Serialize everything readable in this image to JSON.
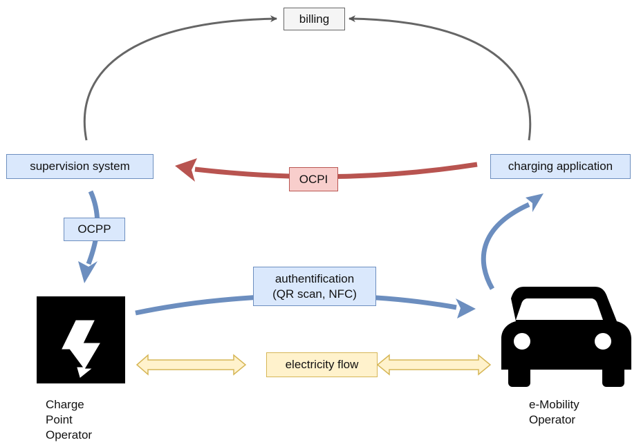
{
  "nodes": {
    "billing": "billing",
    "supervision_system": "supervision system",
    "charging_application": "charging application",
    "ocpi": "OCPI",
    "ocpp": "OCPP",
    "authentification_line1": "authentification",
    "authentification_line2": "(QR scan, NFC)",
    "electricity_flow": "electricity flow"
  },
  "actors": {
    "charge_point_operator": [
      "Charge",
      "Point",
      "Operator"
    ],
    "emobility_operator": [
      "e-Mobility",
      "Operator"
    ]
  },
  "icons": {
    "charge_point": "high-voltage-lightning-icon",
    "emobility": "car-icon"
  },
  "colors": {
    "blue_arrow": "#6c8ebf",
    "red_arrow": "#b85450",
    "gray_arrow": "#666666",
    "blue_fill": "#dae8fc",
    "red_fill": "#f8cecc",
    "gray_fill": "#f5f5f5",
    "yellow_fill": "#fff2cc",
    "yellow_stroke": "#d6b656"
  }
}
